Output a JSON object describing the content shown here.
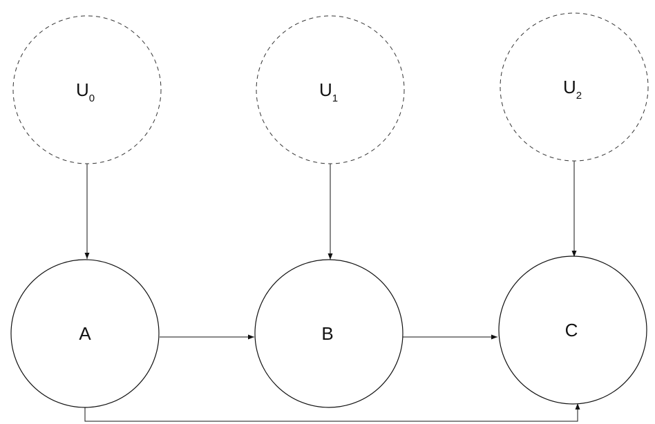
{
  "latent_nodes": [
    {
      "id": "U0",
      "base": "U",
      "sub": "0"
    },
    {
      "id": "U1",
      "base": "U",
      "sub": "1"
    },
    {
      "id": "U2",
      "base": "U",
      "sub": "2"
    }
  ],
  "observed_nodes": [
    {
      "id": "A",
      "label": "A"
    },
    {
      "id": "B",
      "label": "B"
    },
    {
      "id": "C",
      "label": "C"
    }
  ],
  "edges": [
    {
      "from": "U0",
      "to": "A"
    },
    {
      "from": "U1",
      "to": "B"
    },
    {
      "from": "U2",
      "to": "C"
    },
    {
      "from": "A",
      "to": "B"
    },
    {
      "from": "B",
      "to": "C"
    },
    {
      "from": "A",
      "to": "C"
    }
  ],
  "colors": {
    "stroke": "#111111",
    "latent_stroke": "#333333",
    "background": "#ffffff"
  },
  "latent_style": "dashed",
  "observed_style": "solid"
}
